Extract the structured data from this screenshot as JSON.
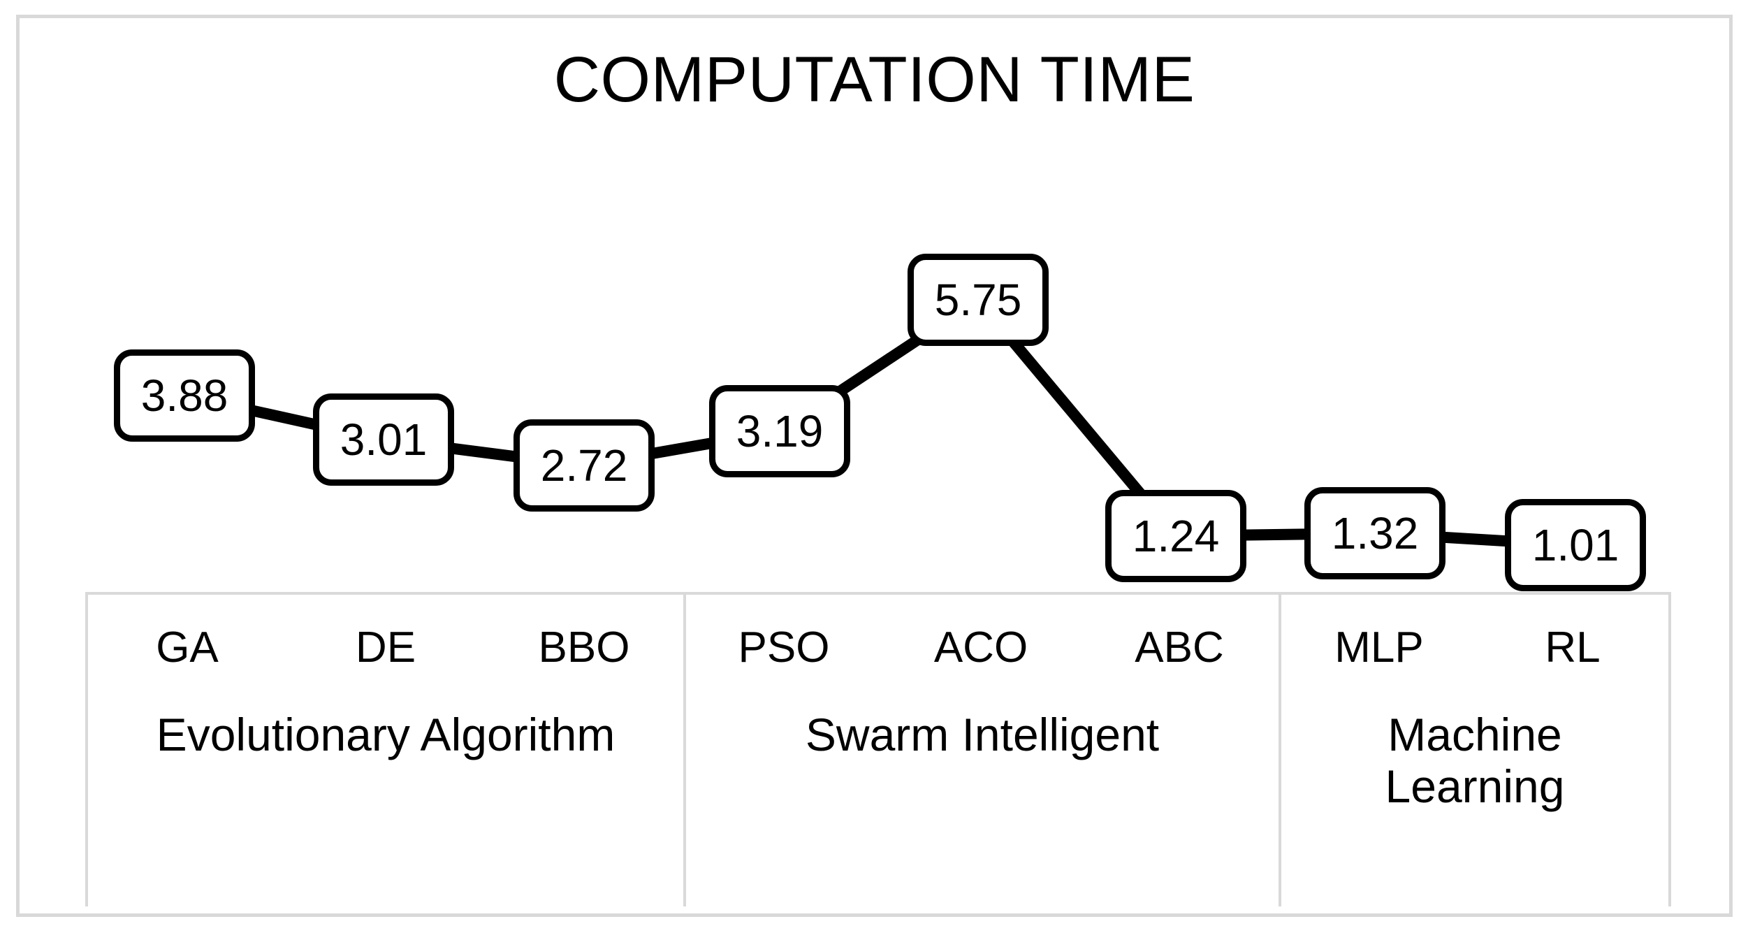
{
  "chart_data": {
    "type": "line",
    "title": "COMPUTATION TIME",
    "xlabel": "",
    "ylabel": "",
    "categories": [
      "GA",
      "DE",
      "BBO",
      "PSO",
      "ACO",
      "ABC",
      "MLP",
      "RL"
    ],
    "values": [
      3.88,
      3.01,
      2.72,
      3.19,
      5.75,
      1.24,
      1.32,
      1.01
    ],
    "data_labels": [
      "3.88",
      "3.01",
      "2.72",
      "3.19",
      "5.75",
      "1.24",
      "1.32",
      "1.01"
    ],
    "groups": [
      {
        "label": "Evolutionary Algorithm",
        "categories": [
          "GA",
          "DE",
          "BBO"
        ]
      },
      {
        "label": "Swarm Intelligent",
        "categories": [
          "PSO",
          "ACO",
          "ABC"
        ]
      },
      {
        "label": "Machine Learning",
        "categories": [
          "MLP",
          "RL"
        ]
      }
    ],
    "series": [
      {
        "name": "Computation Time",
        "values": [
          3.88,
          3.01,
          2.72,
          3.19,
          5.75,
          1.24,
          1.32,
          1.01
        ]
      }
    ],
    "ylim": [
      0,
      6.5
    ],
    "grid": false,
    "legend": "none",
    "line_color": "#000000",
    "label_box_border_color": "#000000",
    "label_box_fill": "#ffffff",
    "frame_color": "#d9d9d9"
  },
  "chart": {
    "title": "COMPUTATION TIME",
    "points": [
      {
        "label": "3.88",
        "category": "GA"
      },
      {
        "label": "3.01",
        "category": "DE"
      },
      {
        "label": "2.72",
        "category": "BBO"
      },
      {
        "label": "3.19",
        "category": "PSO"
      },
      {
        "label": "5.75",
        "category": "ACO"
      },
      {
        "label": "1.24",
        "category": "ABC"
      },
      {
        "label": "1.32",
        "category": "MLP"
      },
      {
        "label": "1.01",
        "category": "RL"
      }
    ],
    "category_row": [
      "GA",
      "DE",
      "BBO",
      "PSO",
      "ACO",
      "ABC",
      "MLP",
      "RL"
    ],
    "group_row": [
      "Evolutionary Algorithm",
      "Swarm Intelligent",
      "Machine Learning"
    ]
  }
}
